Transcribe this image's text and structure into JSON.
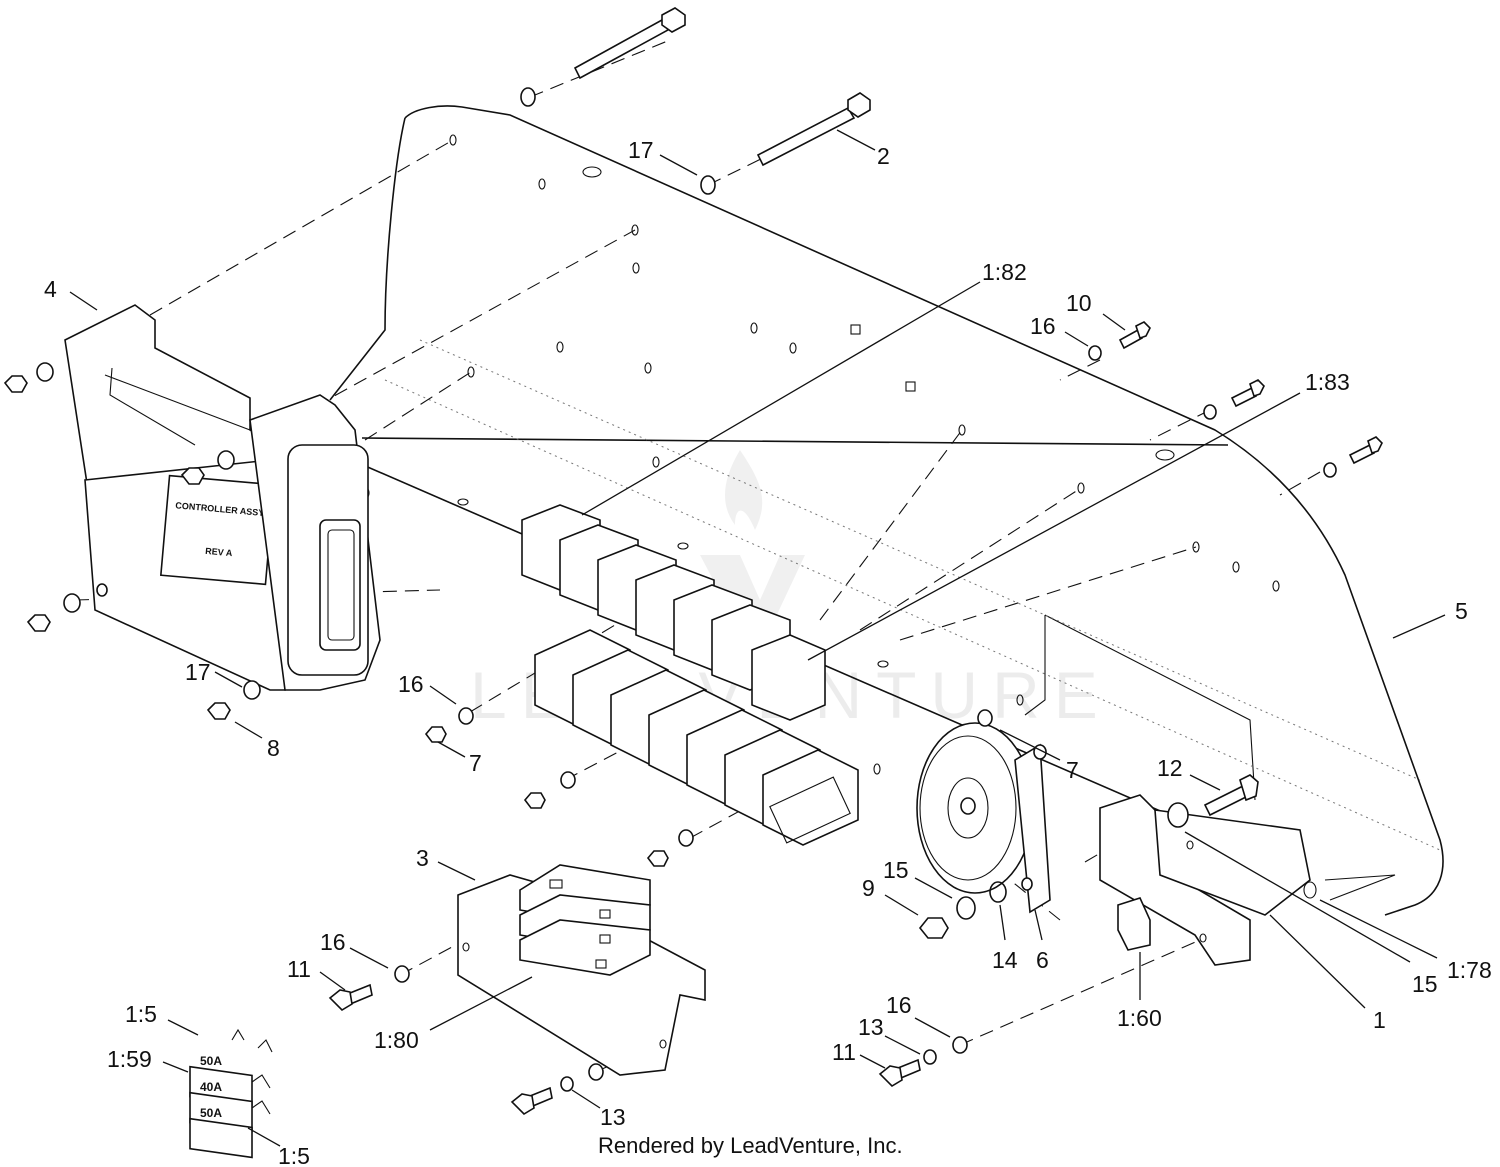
{
  "labels": {
    "l_2": "2",
    "l_17a": "17",
    "l_4": "4",
    "l_182": "1:82",
    "l_10": "10",
    "l_16a": "16",
    "l_183": "1:83",
    "l_5": "5",
    "l_17b": "17",
    "l_8": "8",
    "l_16b": "16",
    "l_7a": "7",
    "l_7b": "7",
    "l_12": "12",
    "l_3": "3",
    "l_15a": "15",
    "l_9": "9",
    "l_14": "14",
    "l_6": "6",
    "l_16c": "16",
    "l_11a": "11",
    "l_180": "1:80",
    "l_160": "1:60",
    "l_15b": "15",
    "l_178": "1:78",
    "l_1": "1",
    "l_16d": "16",
    "l_13a": "13",
    "l_11b": "11",
    "l_15c": "1:5",
    "l_159": "1:59",
    "l_15d": "1:5",
    "l_13b": "13"
  },
  "fuses": {
    "top": "50A",
    "middle": "40A",
    "bottom": "50A"
  },
  "controller": {
    "line1": "CONTROLLER ASSY",
    "line2": "REV A"
  },
  "watermark": "LEADVENTURE",
  "footer": {
    "credit": "Rendered by LeadVenture, Inc."
  }
}
